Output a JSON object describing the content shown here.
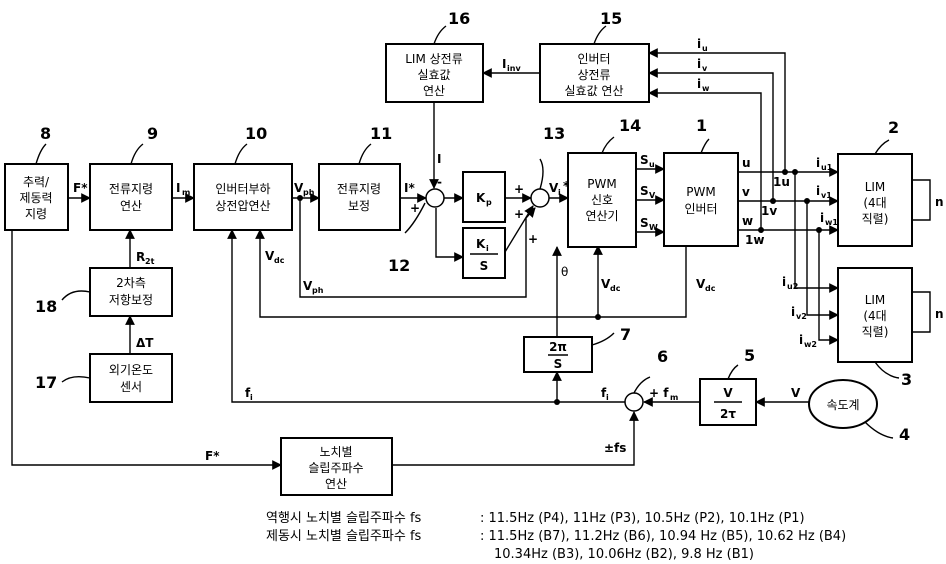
{
  "blocks": {
    "b8": {
      "lines": [
        "추력/",
        "제동력",
        "지령"
      ]
    },
    "b9": {
      "lines": [
        "전류지령",
        "연산"
      ]
    },
    "b10": {
      "lines": [
        "인버터부하",
        "상전압연산"
      ]
    },
    "b11": {
      "lines": [
        "전류지령",
        "보정"
      ]
    },
    "b14": {
      "lines": [
        "PWM",
        "신호",
        "연산기"
      ]
    },
    "b1": {
      "lines": [
        "PWM",
        "인버터"
      ]
    },
    "b15": {
      "lines": [
        "인버터",
        "상전류",
        "실효값 연산"
      ]
    },
    "b16": {
      "lines": [
        "LIM 상전류",
        "실효값",
        "연산"
      ]
    },
    "b2": {
      "lines": [
        "LIM",
        "(4대",
        "직렬)"
      ]
    },
    "b3": {
      "lines": [
        "LIM",
        "(4대",
        "직렬)"
      ]
    },
    "b18": {
      "lines": [
        "2차측",
        "저항보정"
      ]
    },
    "b17": {
      "lines": [
        "외기온도",
        "센서"
      ]
    },
    "b4": {
      "lines": [
        "속도계"
      ]
    },
    "b_slip": {
      "lines": [
        "노치별",
        "슬립주파수",
        "연산"
      ]
    },
    "kp": {
      "main": "K",
      "sub": "p"
    },
    "ki": {
      "num": "K",
      "num_sub": "i",
      "den": "S"
    },
    "b7": {
      "num": "2π",
      "den": "S"
    },
    "b5": {
      "num": "V",
      "den": "2τ"
    }
  },
  "ref_numbers": [
    "8",
    "9",
    "10",
    "11",
    "16",
    "15",
    "14",
    "1",
    "2",
    "13",
    "12",
    "18",
    "17",
    "7",
    "6",
    "5",
    "4",
    "3"
  ],
  "signals": {
    "f_star": "F*",
    "i_m": {
      "main": "I",
      "sub": "m"
    },
    "v_ph": {
      "main": "V",
      "sub": "ph"
    },
    "i_star": "I*",
    "i_fb": "I",
    "minus": "-",
    "plus": "+",
    "v_i_star": {
      "main": "V",
      "sub": "i",
      "sup": "*"
    },
    "s_u": {
      "main": "S",
      "sub": "u"
    },
    "s_v": {
      "main": "S",
      "sub": "V"
    },
    "s_w": {
      "main": "S",
      "sub": "W"
    },
    "u": "u",
    "v": "v",
    "w": "w",
    "one_u": "1u",
    "one_v": "1v",
    "one_w": "1w",
    "i_u1": {
      "main": "i",
      "sub": "u1"
    },
    "i_v1": {
      "main": "i",
      "sub": "v1"
    },
    "i_w1": {
      "main": "i",
      "sub": "w1"
    },
    "i_u2": {
      "main": "i",
      "sub": "u2"
    },
    "i_v2": {
      "main": "i",
      "sub": "v2"
    },
    "i_w2": {
      "main": "i",
      "sub": "w2"
    },
    "i_u": {
      "main": "i",
      "sub": "u"
    },
    "i_v": {
      "main": "i",
      "sub": "v"
    },
    "i_w": {
      "main": "i",
      "sub": "w"
    },
    "i_inv": {
      "main": "I",
      "sub": "inv"
    },
    "n": "n",
    "r_2t": {
      "main": "R",
      "sub": "2t"
    },
    "delta_t": "ΔT",
    "v_dc": {
      "main": "V",
      "sub": "dc"
    },
    "theta": "θ",
    "f_i": {
      "main": "f",
      "sub": "i"
    },
    "plus_f_m": {
      "main": "+ f",
      "sub": "m"
    },
    "pm_f_s": "±fs",
    "speed_v": "V"
  },
  "footnote": {
    "line1_label": "역행시 노치별 슬립주파수 fs",
    "line1_values": ": 11.5Hz (P4), 11Hz (P3), 10.5Hz (P2), 10.1Hz (P1)",
    "line2_label": "제동시 노치별 슬립주파수 fs",
    "line2_values": ": 11.5Hz (B7), 11.2Hz (B6), 10.94 Hz (B5), 10.62 Hz (B4)",
    "line3_values": "10.34Hz (B3), 10.06Hz (B2), 9.8 Hz (B1)"
  }
}
